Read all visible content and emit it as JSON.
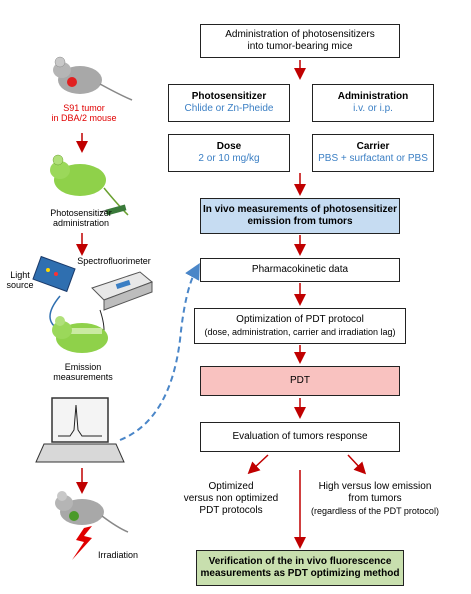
{
  "steps": {
    "administration": [
      "Administration of photosensitizers",
      "into tumor-bearing mice"
    ],
    "photosensitizer": {
      "title": "Photosensitizer",
      "value": "Chlide or Zn-Pheide"
    },
    "admin_route": {
      "title": "Administration",
      "value": "i.v. or i.p."
    },
    "dose": {
      "title": "Dose",
      "value": "2 or 10 mg/kg"
    },
    "carrier": {
      "title": "Carrier",
      "value": "PBS + surfactant or PBS"
    },
    "invivo": [
      "In vivo measurements of photosensitizer",
      "emission from tumors"
    ],
    "pharmaco": "Pharmacokinetic data",
    "optimization": [
      "Optimization of PDT protocol",
      "(dose, administration, carrier and irradiation lag)"
    ],
    "pdt": "PDT",
    "evaluation": "Evaluation of tumors response",
    "optimized": [
      "Optimized",
      "versus non optimized",
      "PDT protocols"
    ],
    "high_low": [
      "High versus low emission",
      "from tumors",
      "(regardless of the PDT protocol)"
    ],
    "verification": [
      "Verification of the in vivo fluorescence",
      "measurements as PDT optimizing method"
    ]
  },
  "left": {
    "tumor": [
      "S91 tumor",
      "in DBA/2 mouse"
    ],
    "ps_admin": [
      "Photosensitizer",
      "administration"
    ],
    "spectro": "Spectrofluorimeter",
    "light_source": [
      "Light",
      "source"
    ],
    "emission": [
      "Emission",
      "measurements"
    ],
    "irradiation": "Irradiation"
  },
  "colors": {
    "arrow": "#c00000",
    "mouse_gray": "#a8a8a8",
    "mouse_green": "#8fd14a",
    "invivo_fill": "#c6dcf2",
    "pdt_fill": "#f9c2c0",
    "verify_fill": "#c8dfae",
    "value_blue": "#3b7fc4",
    "dashed_arrow": "#4a86c8"
  }
}
